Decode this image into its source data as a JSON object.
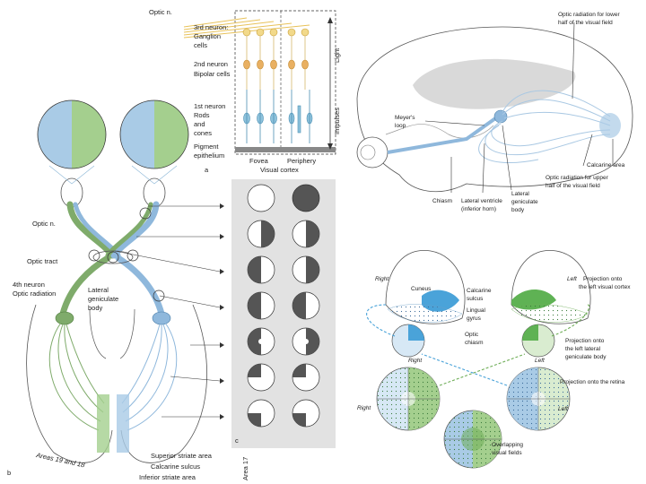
{
  "panel_a": {
    "optic_n": "Optic n.",
    "neuron3_a": "3rd neuron:",
    "neuron3_b": "Ganglion",
    "neuron3_c": "cells",
    "neuron2_a": "2nd neuron",
    "neuron2_b": "Bipolar cells",
    "neuron1_a": "1st neuron",
    "neuron1_b": "Rods",
    "neuron1_c": "and",
    "neuron1_d": "cones",
    "pigment_a": "Pigment",
    "pigment_b": "epithelium",
    "fovea": "Fovea",
    "periphery": "Periphery",
    "visual_cortex": "Visual cortex",
    "light": "Light",
    "impulses": "Impulses",
    "letter": "a"
  },
  "panel_b": {
    "optic_n": "Optic n.",
    "optic_tract": "Optic tract",
    "neuron4_a": "4th neuron",
    "neuron4_b": "Optic radiation",
    "lgb_a": "Lateral",
    "lgb_b": "geniculate",
    "lgb_c": "body",
    "areas": "Areas 19 and 18",
    "superior": "Superior striate area",
    "calcarine": "Calcarine sulcus",
    "inferior": "Inferior striate area",
    "area17": "Area 17",
    "letter": "b"
  },
  "panel_c": {
    "letter": "c"
  },
  "brain": {
    "radiation_lower_a": "Optic radiation for lower",
    "radiation_lower_b": "half of the visual field",
    "meyer_a": "Meyer's",
    "meyer_b": "loop",
    "calcarine_area": "Calcarine area",
    "radiation_upper_a": "Optic radiation for upper",
    "radiation_upper_b": "half of the visual field",
    "chiasm": "Chiasm",
    "lat_vent_a": "Lateral ventricle",
    "lat_vent_b": "(inferior horn)",
    "lgb_a": "Lateral",
    "lgb_b": "geniculate",
    "lgb_c": "body"
  },
  "fields": {
    "right": "Right",
    "left": "Left",
    "cuneus": "Cuneus",
    "calcarine_a": "Calcarine",
    "calcarine_b": "sulcus",
    "lingual_a": "Lingual",
    "lingual_b": "gyrus",
    "proj_left_vf_a": "Projection onto",
    "proj_left_vf_b": "the left visual cortex",
    "chiasm_a": "Optic",
    "chiasm_b": "chiasm",
    "proj_lgb_a": "Projection onto",
    "proj_lgb_b": "the left lateral",
    "proj_lgb_c": "geniculate body",
    "proj_retina": "Projection onto the retina",
    "right_small": "Right",
    "left_small": "Left",
    "overlap_a": "Overlapping",
    "overlap_b": "visual fields"
  },
  "colors": {
    "blue": "#a9cbe6",
    "green": "#a4cf8e",
    "darkgreen": "#6fae58",
    "grey": "#555555",
    "lightgrey": "#d9d9d9"
  }
}
